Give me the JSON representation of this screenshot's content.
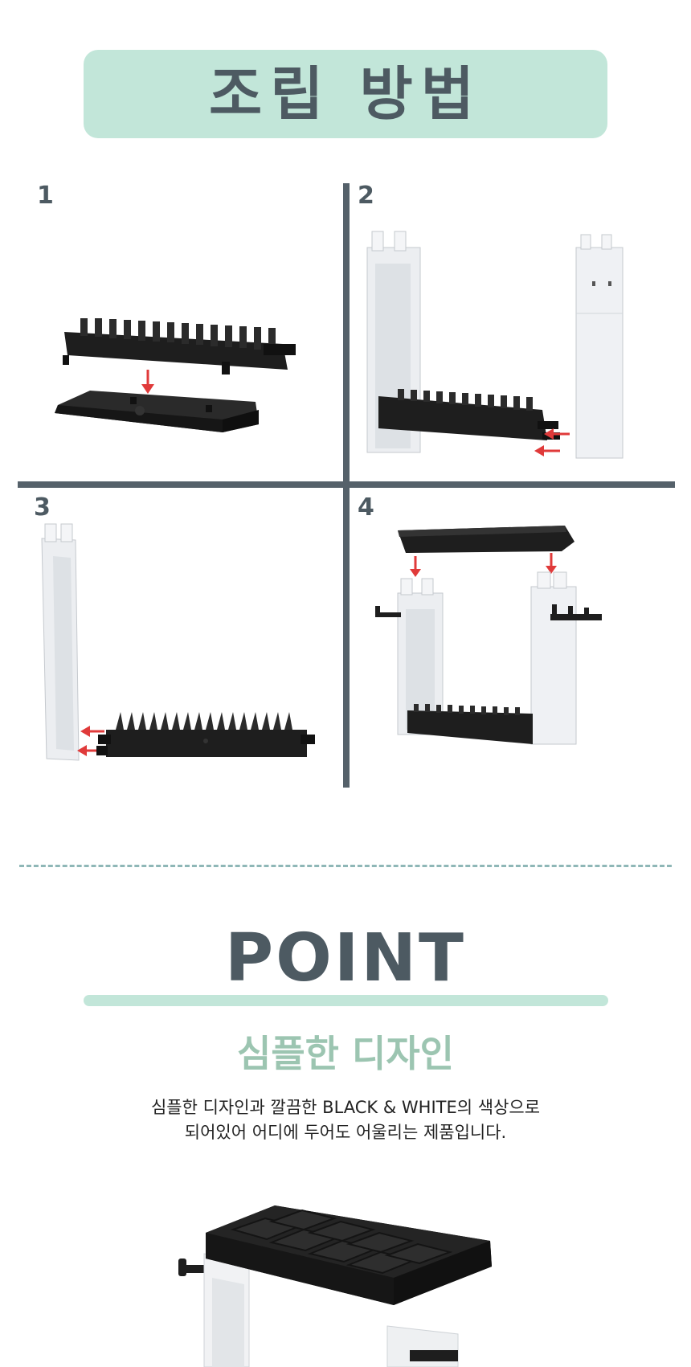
{
  "banner": {
    "title": "조립 방법"
  },
  "steps": [
    {
      "number": "1",
      "image": "base-attach-illustration"
    },
    {
      "number": "2",
      "image": "side-pillars-attach-illustration"
    },
    {
      "number": "3",
      "image": "left-pillar-attach-illustration"
    },
    {
      "number": "4",
      "image": "top-tray-attach-illustration"
    }
  ],
  "point": {
    "title": "POINT",
    "feature_title": "심플한 디자인",
    "description_line1": "심플한 디자인과 깔끔한 BLACK & WHITE의 색상으로",
    "description_line2": "되어있어 어디에 두어도 어울리는 제품입니다."
  },
  "colors": {
    "accent_mint": "#c2e6d9",
    "heading_slate": "#4d5a62",
    "feature_green": "#9cc5b1",
    "dash_teal": "#8fb7b7",
    "arrow_red": "#e03a3a"
  }
}
